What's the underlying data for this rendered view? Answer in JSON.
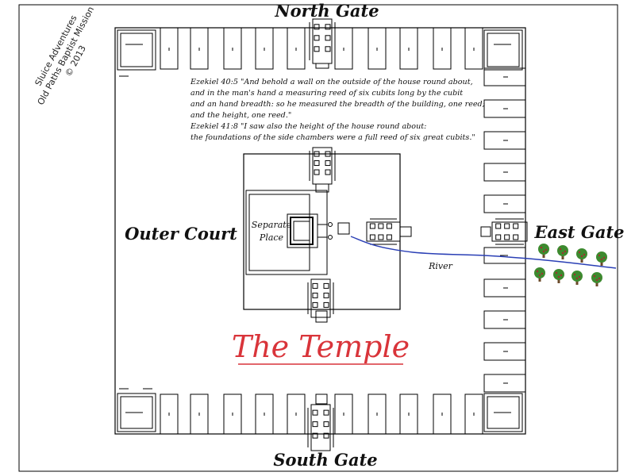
{
  "credit": {
    "line1": "Sluice Adventures",
    "line2": "Old Paths Baptist Mission",
    "line3": "© 2013"
  },
  "gates": {
    "north": "North Gate",
    "south": "South Gate",
    "east": "East Gate"
  },
  "labels": {
    "outer_court": "Outer Court",
    "separate": "Separate",
    "place": "Place",
    "river": "River",
    "title": "The Temple"
  },
  "verses": [
    "Ezekiel 40:5  \"And behold a wall on the outside of the house round about,",
    "and in the man's hand a measuring reed of six cubits long by the cubit",
    "and an hand breadth: so he measured the breadth of the building, one reed;",
    "and the height, one reed.\"",
    "Ezekiel 41:8  \"I saw also the height of the house round about:",
    "the foundations of the side chambers were a full reed of six great cubits.\""
  ],
  "colors": {
    "title": "#d9343a",
    "river": "#2a3fb5",
    "tree": "#3d8a2f",
    "fruit": "#a33030"
  }
}
